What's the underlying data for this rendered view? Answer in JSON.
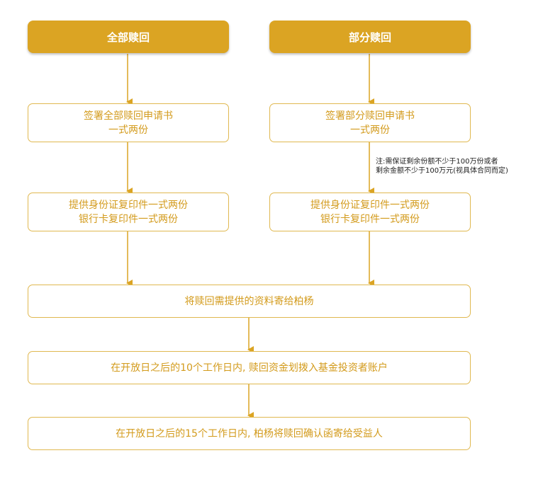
{
  "heads": {
    "full": "全部赎回",
    "partial": "部分赎回"
  },
  "full_steps": {
    "sign": [
      "签署全部赎回申请书",
      "一式两份"
    ],
    "id_copy": [
      "提供身份证复印件一式两份",
      "银行卡复印件一式两份"
    ]
  },
  "partial_steps": {
    "sign": [
      "签署部分赎回申请书",
      "一式两份"
    ],
    "id_copy": [
      "提供身份证复印件一式两份",
      "银行卡复印件一式两份"
    ]
  },
  "note": [
    "注:需保证剩余份额不少于100万份或者",
    "剩余金额不少于100万元(视具体合同而定)"
  ],
  "common_steps": [
    "将赎回需提供的资料寄给柏杨",
    "在开放日之后的10个工作日内, 赎回资金划拨入基金投资者账户",
    "在开放日之后的15个工作日内, 柏杨将赎回确认函寄给受益人"
  ],
  "colors": {
    "head_fill": "#dba423",
    "step_border": "#e0b850",
    "step_text": "#d39b1c",
    "arrow": "#dba423"
  }
}
